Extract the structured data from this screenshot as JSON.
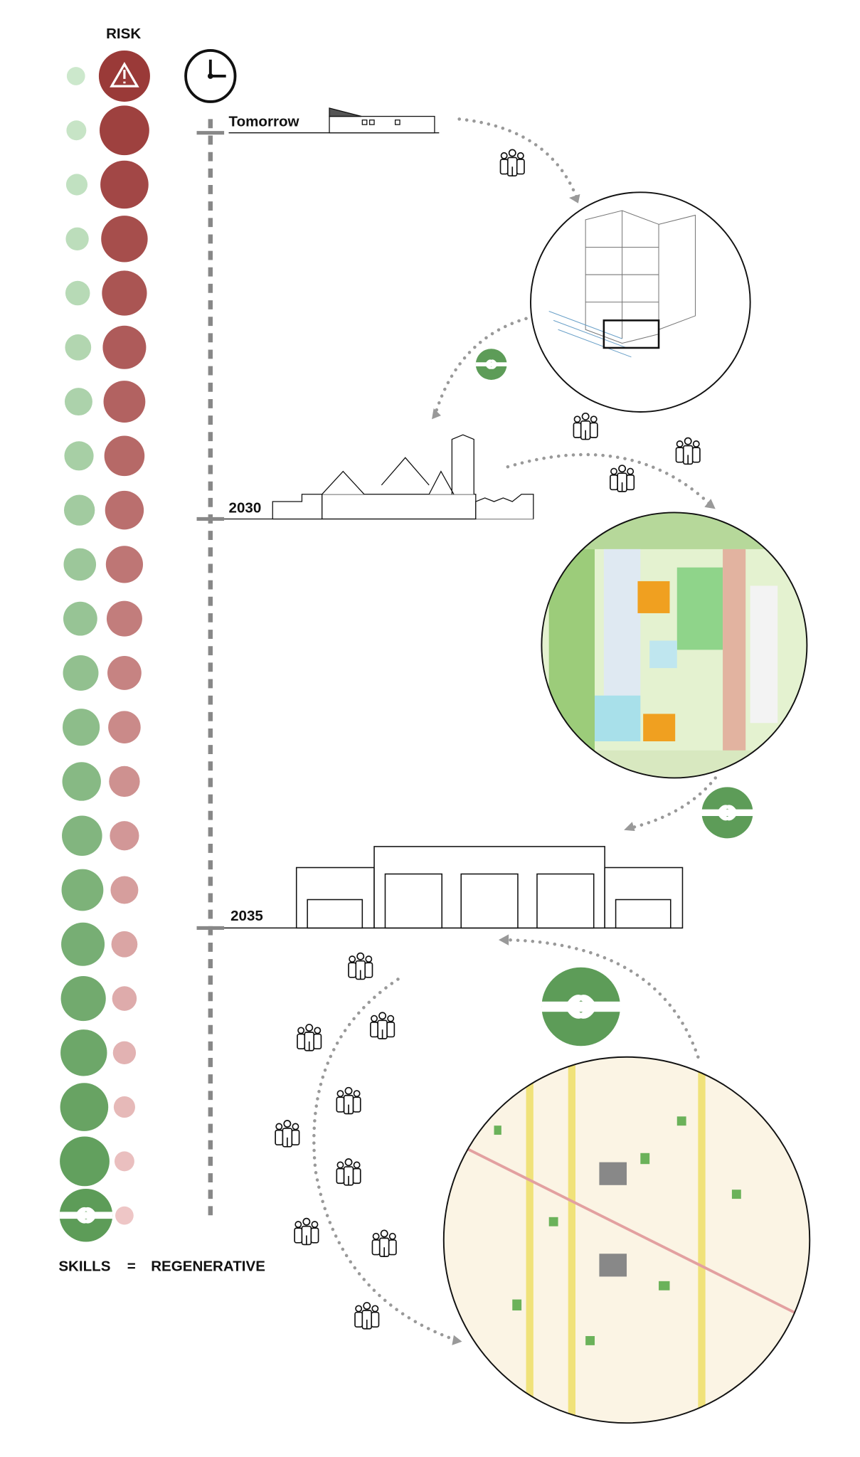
{
  "legend": {
    "risk_label": "RISK",
    "skills_label": "SKILLS",
    "equals": "=",
    "regenerative_label": "REGENERATIVE"
  },
  "timeline": {
    "milestones": [
      {
        "label": "Tomorrow"
      },
      {
        "label": "2030"
      },
      {
        "label": "2035"
      }
    ]
  },
  "scale": {
    "rows": 22
  },
  "colors": {
    "risk_strong": "#9a3a38",
    "risk_weak": "#eec6c6",
    "skill_weak": "#cce8cc",
    "skill_strong": "#5d9c58",
    "arrow": "#999999",
    "timeline": "#888888"
  }
}
